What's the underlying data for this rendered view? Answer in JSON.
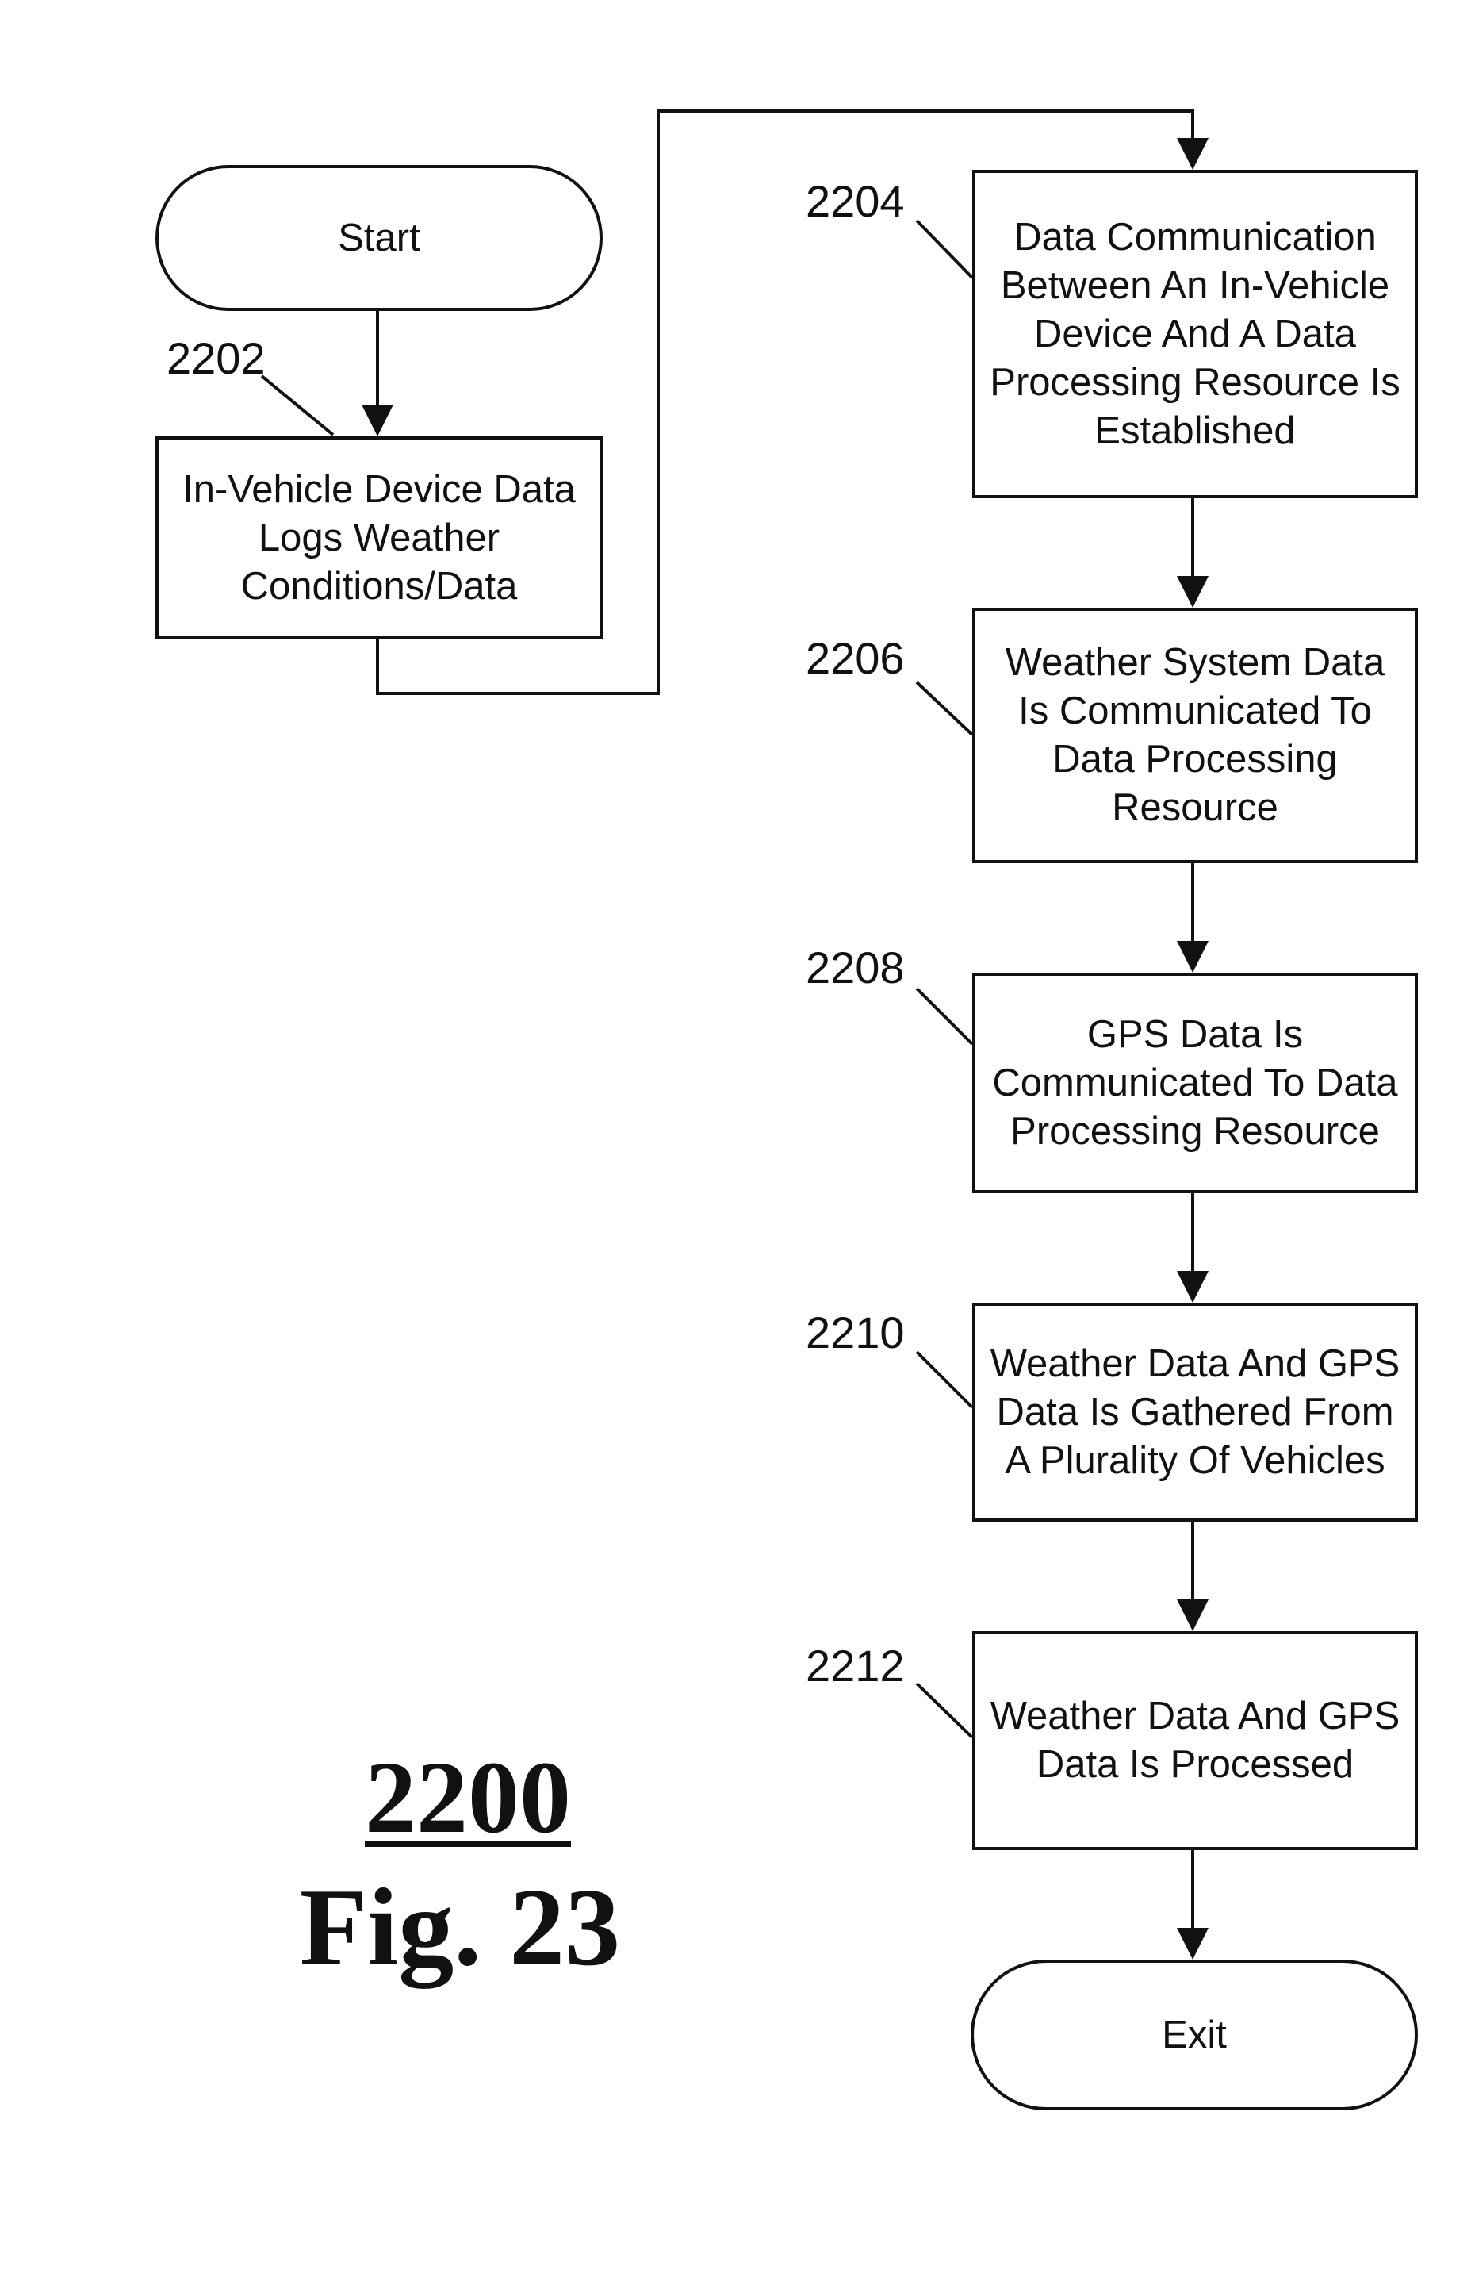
{
  "figure": {
    "id": "2200",
    "label": "Fig. 23"
  },
  "nodes": [
    {
      "key": "start",
      "ref": "",
      "text": "Start"
    },
    {
      "key": "step_2202",
      "ref": "2202",
      "text": "In-Vehicle Device Data Logs Weather Conditions/Data"
    },
    {
      "key": "step_2204",
      "ref": "2204",
      "text": "Data Communication Between An In-Vehicle Device And A Data Processing Resource Is Established"
    },
    {
      "key": "step_2206",
      "ref": "2206",
      "text": "Weather System Data Is Communicated To Data Processing Resource"
    },
    {
      "key": "step_2208",
      "ref": "2208",
      "text": "GPS Data Is Communicated To Data Processing Resource"
    },
    {
      "key": "step_2210",
      "ref": "2210",
      "text": "Weather Data And GPS Data Is Gathered From A Plurality Of Vehicles"
    },
    {
      "key": "step_2212",
      "ref": "2212",
      "text": "Weather Data And GPS Data Is Processed"
    },
    {
      "key": "exit",
      "ref": "",
      "text": "Exit"
    }
  ]
}
